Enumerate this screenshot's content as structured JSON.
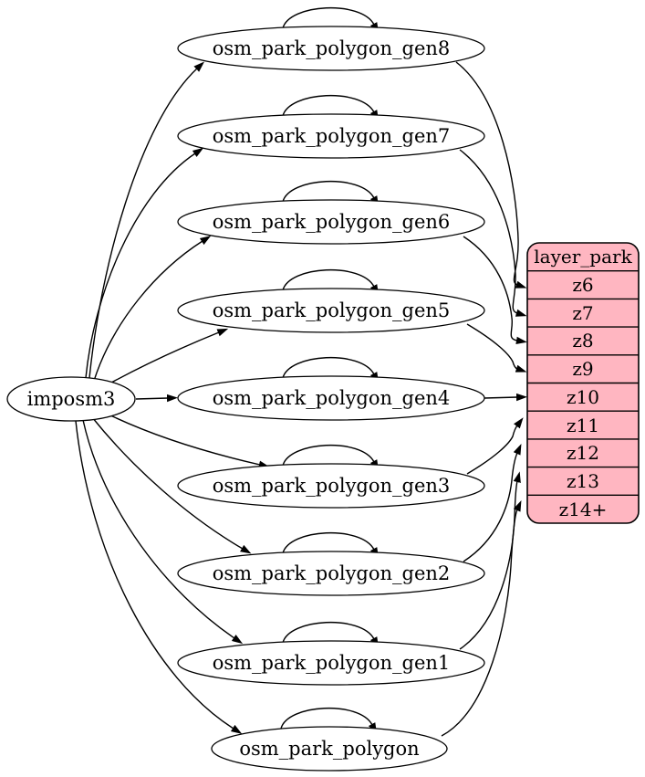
{
  "source": {
    "label": "imposm3"
  },
  "tables": [
    {
      "label": "osm_park_polygon_gen8",
      "feeds_zoom": "z6"
    },
    {
      "label": "osm_park_polygon_gen7",
      "feeds_zoom": "z7"
    },
    {
      "label": "osm_park_polygon_gen6",
      "feeds_zoom": "z8"
    },
    {
      "label": "osm_park_polygon_gen5",
      "feeds_zoom": "z9"
    },
    {
      "label": "osm_park_polygon_gen4",
      "feeds_zoom": "z10"
    },
    {
      "label": "osm_park_polygon_gen3",
      "feeds_zoom": "z11"
    },
    {
      "label": "osm_park_polygon_gen2",
      "feeds_zoom": "z12"
    },
    {
      "label": "osm_park_polygon_gen1",
      "feeds_zoom": "z13"
    },
    {
      "label": "osm_park_polygon",
      "feeds_zoom": "z14+"
    }
  ],
  "layer": {
    "header": "layer_park",
    "zoom_rows": [
      "z6",
      "z7",
      "z8",
      "z9",
      "z10",
      "z11",
      "z12",
      "z13",
      "z14+"
    ]
  },
  "colors": {
    "layer_fill": "#ffb6c1",
    "node_fill": "#ffffff",
    "stroke": "#000000",
    "background": "#ffffff"
  }
}
